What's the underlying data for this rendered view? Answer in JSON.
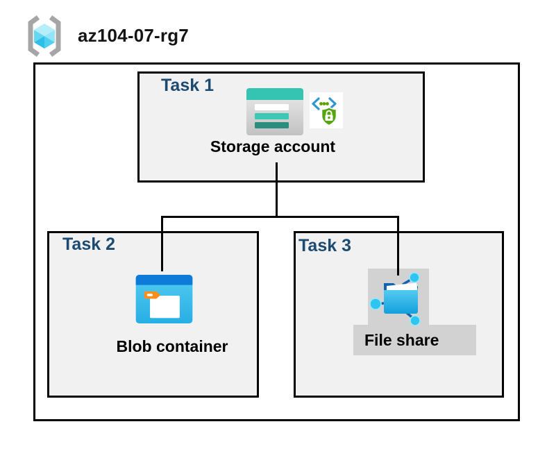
{
  "header": {
    "title": "az104-07-rg7"
  },
  "resource_group": {
    "name": "az104-07-rg7",
    "tasks": [
      {
        "label": "Task 1",
        "item": "Storage account",
        "icons": [
          "storage-account-icon",
          "secure-endpoint-icon"
        ]
      },
      {
        "label": "Task 2",
        "item": "Blob container",
        "icons": [
          "blob-container-icon"
        ]
      },
      {
        "label": "Task 3",
        "item": "File share",
        "icons": [
          "file-share-icon"
        ],
        "highlighted": true
      }
    ],
    "connections": [
      {
        "from": "Storage account",
        "to": "Blob container"
      },
      {
        "from": "Storage account",
        "to": "File share"
      }
    ]
  },
  "colors": {
    "task_label": "#1c4a70",
    "item_label": "#000000",
    "box_fill": "#f1f1f1",
    "box_border": "#000000",
    "highlight_gray": "#d2d2d2",
    "storage_teal": "#35c4b2",
    "storage_teal_dark": "#2b8c80",
    "blob_blue": "#0e7bd9",
    "blob_cyan": "#3bbfea",
    "tab_orange": "#f78f1e",
    "shield_green": "#56a40e",
    "chevron_blue": "#2d96d3",
    "node_cyan": "#2ec6f1",
    "folder_dark_blue": "#1363b2",
    "bracket_gray": "#a6a6a6",
    "cube_cyan_light": "#b5edf8",
    "cube_cyan_mid": "#64d7f1",
    "cube_cyan_dark": "#2fbfe6"
  }
}
